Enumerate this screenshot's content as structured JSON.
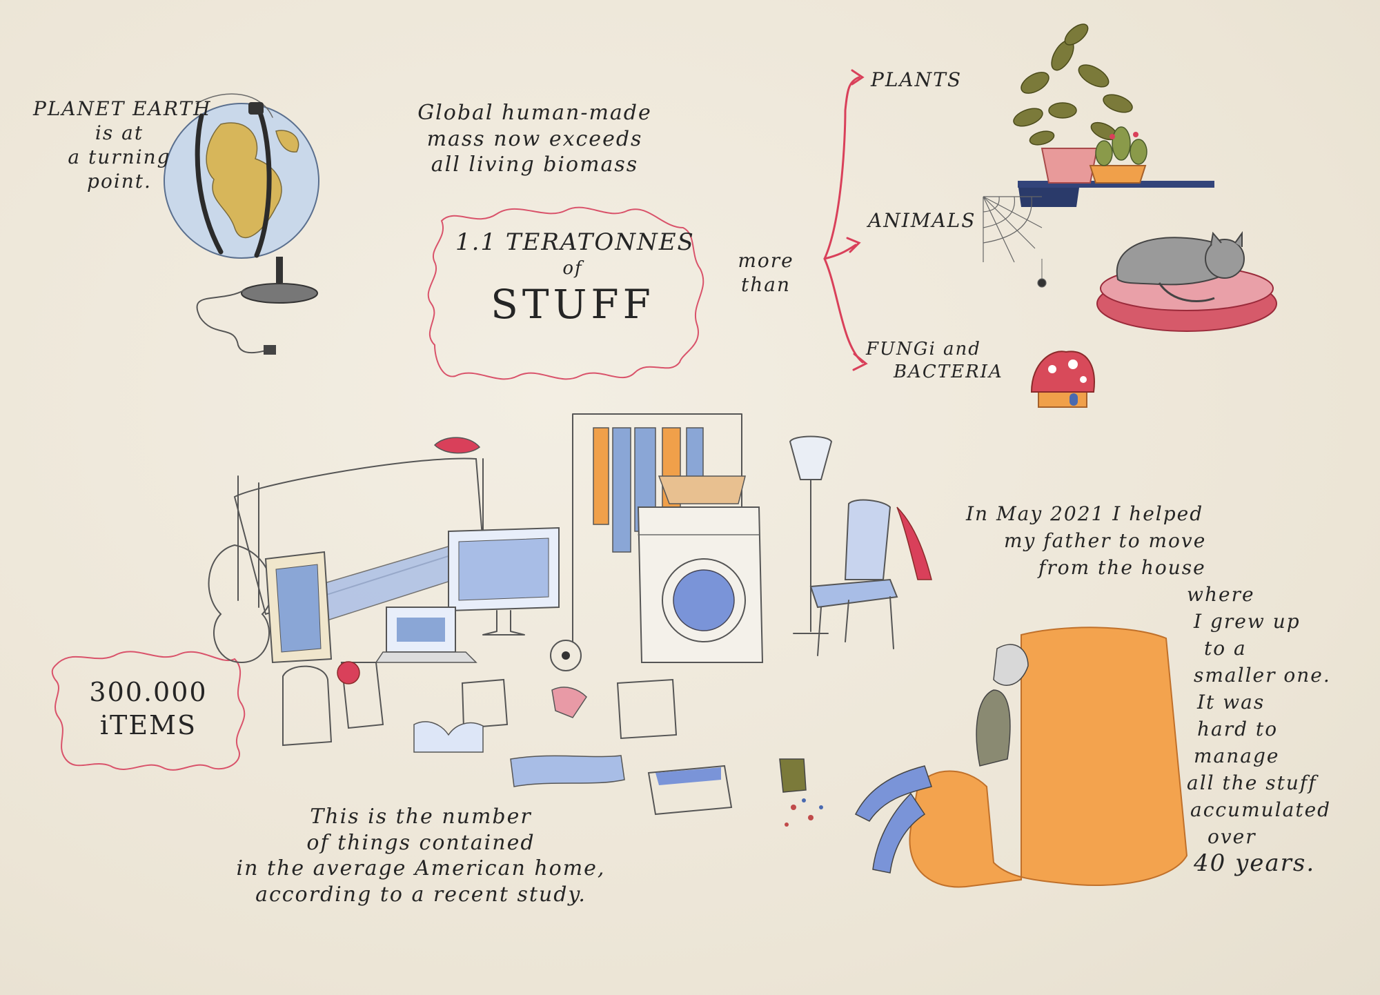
{
  "texts": {
    "planet_earth": [
      "PLANET EARTH",
      "is at",
      "a turning",
      "point."
    ],
    "global_mass": [
      "Global human-made",
      "mass now exceeds",
      "all living biomass"
    ],
    "teratonnes": [
      "1.1 TERATONNES",
      "of",
      "STUFF"
    ],
    "more_than": [
      "more",
      "than"
    ],
    "plants": "PLANTS",
    "animals": "ANIMALS",
    "fungi": [
      "FUNGi and",
      "BACTERIA"
    ],
    "items": [
      "300.000",
      "iTEMS"
    ],
    "number_text": [
      "This is the number",
      "of things contained",
      "in the average American home,",
      "according to a recent study."
    ],
    "story": [
      "In May 2021 I helped",
      "my father to move",
      "from the house",
      "where",
      "I grew up",
      "to a",
      "smaller one.",
      "It was",
      "hard to",
      "manage",
      "all the stuff",
      "accumulated",
      "over",
      "40 years."
    ]
  },
  "colors": {
    "paper": "#efe9dc",
    "burst": "#d9526a",
    "arrow": "#d9405a",
    "orange": "#f0a04a",
    "blue": "#7a9ad6",
    "olive": "#7b7a3a"
  }
}
